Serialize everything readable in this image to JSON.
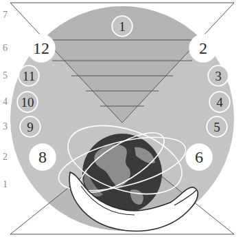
{
  "diagram": {
    "nodes": [
      {
        "text": [
          "1"
        ]
      },
      {
        "text": [
          "12"
        ]
      },
      {
        "text": [
          "2"
        ]
      },
      {
        "text": [
          "11"
        ]
      },
      {
        "text": [
          "3"
        ]
      },
      {
        "text": [
          "10"
        ]
      },
      {
        "text": [
          "4"
        ]
      },
      {
        "text": [
          "9"
        ]
      },
      {
        "text": [
          "5"
        ]
      },
      {
        "text": [
          "8"
        ]
      },
      {
        "text": [
          "6"
        ]
      }
    ],
    "labels": [
      "7",
      "6",
      "5",
      "4",
      "3",
      "2",
      "1"
    ]
  }
}
